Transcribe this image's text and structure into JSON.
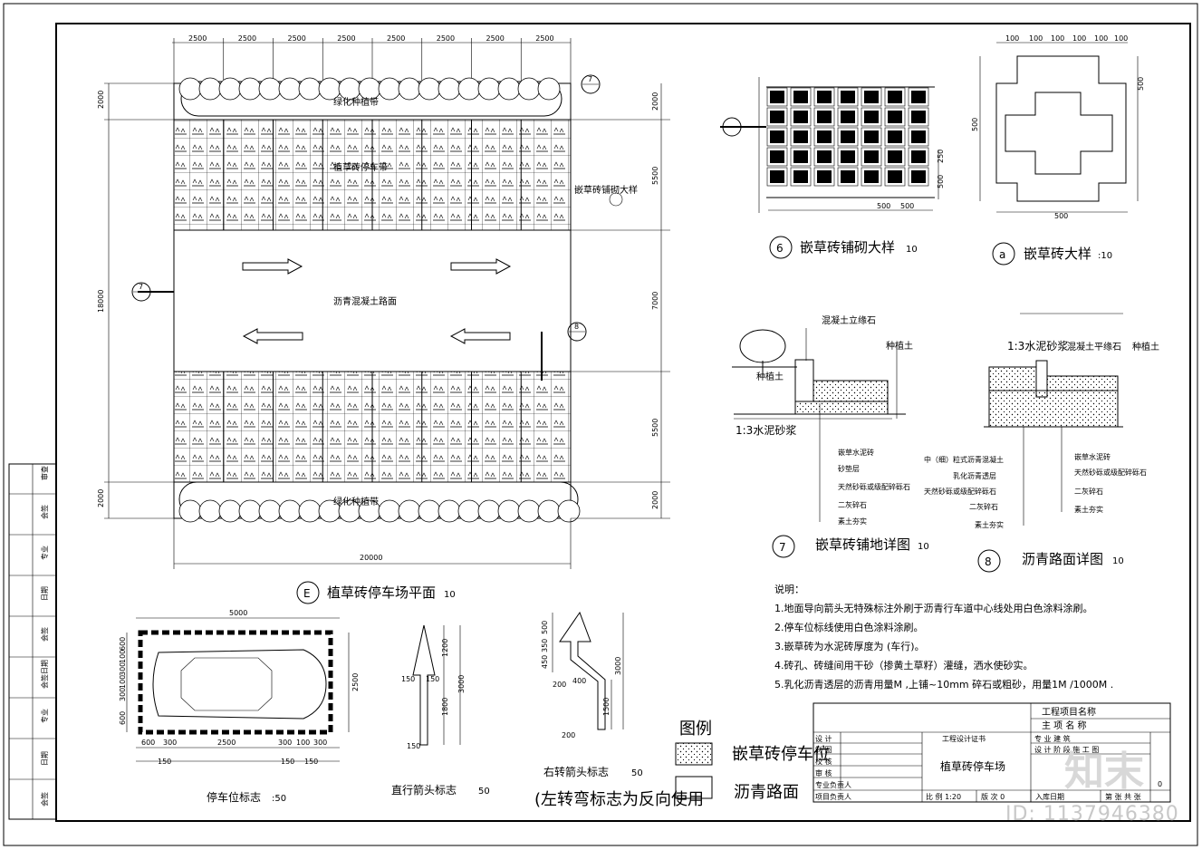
{
  "plan": {
    "top_dims": [
      "2500",
      "2500",
      "2500",
      "2500",
      "2500",
      "2500",
      "2500",
      "2500"
    ],
    "left_dims": [
      "2000",
      "18000",
      "2000"
    ],
    "right_dims": [
      "2000",
      "5500",
      "7000",
      "5500",
      "2000"
    ],
    "bottom_dim": "20000",
    "green_label": "绿化种植带",
    "tile_label": "植草砖停车带",
    "road_label": "沥青混凝土路面",
    "callout_label": "嵌草砖铺砌大样",
    "title_symbol": "E",
    "title": "植草砖停车场平面",
    "title_scale": "10",
    "marker_7": "7",
    "marker_8": "8"
  },
  "detail6": {
    "symbol": "6",
    "title": "嵌草砖铺砌大样",
    "scale": "10",
    "dims": [
      "500",
      "500",
      "250",
      "500"
    ]
  },
  "detail_a": {
    "symbol": "a",
    "title": "嵌草砖大样",
    "scale": ":10",
    "dims": [
      "100",
      "100",
      "100",
      "100",
      "100",
      "100",
      "500",
      "500",
      "500"
    ]
  },
  "detail7": {
    "symbol": "7",
    "title": "嵌草砖铺地详图",
    "scale": "10",
    "labels": [
      "混凝土立缘石",
      "种植土",
      "种植土",
      "1:3水泥砂浆"
    ],
    "layers": [
      "嵌草水泥砖",
      "砂垫层",
      "天然砂砾或级配碎砾石",
      "二灰碎石",
      "素土夯实"
    ]
  },
  "detail8": {
    "symbol": "8",
    "title": "沥青路面详图",
    "scale": "10",
    "labels": [
      "1:3水泥砂浆",
      "混凝土平缘石",
      "种植土"
    ],
    "layers_left": [
      "中（细）粒式沥青混凝土",
      "乳化沥青透层",
      "天然砂砾或级配碎砾石",
      "二灰碎石",
      "素土夯实"
    ],
    "layers_right": [
      "嵌草水泥砖",
      "天然砂砾或级配碎砾石",
      "二灰碎石",
      "素土夯实"
    ]
  },
  "notes": {
    "heading": "说明：",
    "items": [
      "1.地面导向箭头无特殊标注外刷于沥青行车道中心线处用白色涂料涂刷。",
      "2.停车位标线使用白色涂料涂刷。",
      "3.嵌草砖为水泥砖厚度为 (车行)。",
      "4.砖孔、砖缝间用干砂（掺黄土草籽）灌缝，洒水使砂实。",
      "5.乳化沥青透层的沥青用量M  ,上铺~10mm   碎石或粗砂，用量1M /1000M  ."
    ]
  },
  "parking": {
    "dims_top": "5000",
    "dims_right": "2500",
    "dims_left": [
      "600",
      "100",
      "300",
      "100",
      "100",
      "300",
      "100",
      "600"
    ],
    "dims_bottom": [
      "600",
      "300",
      "2500",
      "300",
      "100",
      "300"
    ],
    "dims_bottom2": [
      "150",
      "150",
      "150"
    ],
    "title": "停车位标志",
    "scale": ":50"
  },
  "straight_arrow": {
    "dims": [
      "1200",
      "3000",
      "1800",
      "150",
      "150",
      "150"
    ],
    "title": "直行箭头标志",
    "scale": "50"
  },
  "right_arrow": {
    "dims": [
      "500",
      "350",
      "450",
      "200",
      "400",
      "1500",
      "3000",
      "200"
    ],
    "title": "右转箭头标志",
    "scale": "50",
    "note": "(左转弯标志为反向使用"
  },
  "legend": {
    "title": "图例",
    "item1": "嵌草砖停车位",
    "item2": "沥青路面"
  },
  "titleblock": {
    "project_name": "工程项目名称",
    "sub_project": "主 项 名 称",
    "cert": "工程设计证书",
    "drawing_title": "植草砖停车场",
    "roles": [
      "设    计",
      "制    图",
      "校    核",
      "审    核",
      "专业负责人",
      "项目负责人"
    ],
    "specialty": "专    业    建    筑",
    "stage": "设 计 阶 段 施 工 图",
    "scale_label": "比  例  1:20",
    "version": "版  次  0",
    "date_label": "入库日期",
    "page_label": "第    张    共    张",
    "zero": "0"
  },
  "sidebar": [
    "审查",
    "会签",
    "专业",
    "日期",
    "会签",
    "会签日期",
    "专业",
    "日期",
    "会签"
  ],
  "watermark": {
    "id": "ID: 1137946380",
    "logo": "知末"
  }
}
